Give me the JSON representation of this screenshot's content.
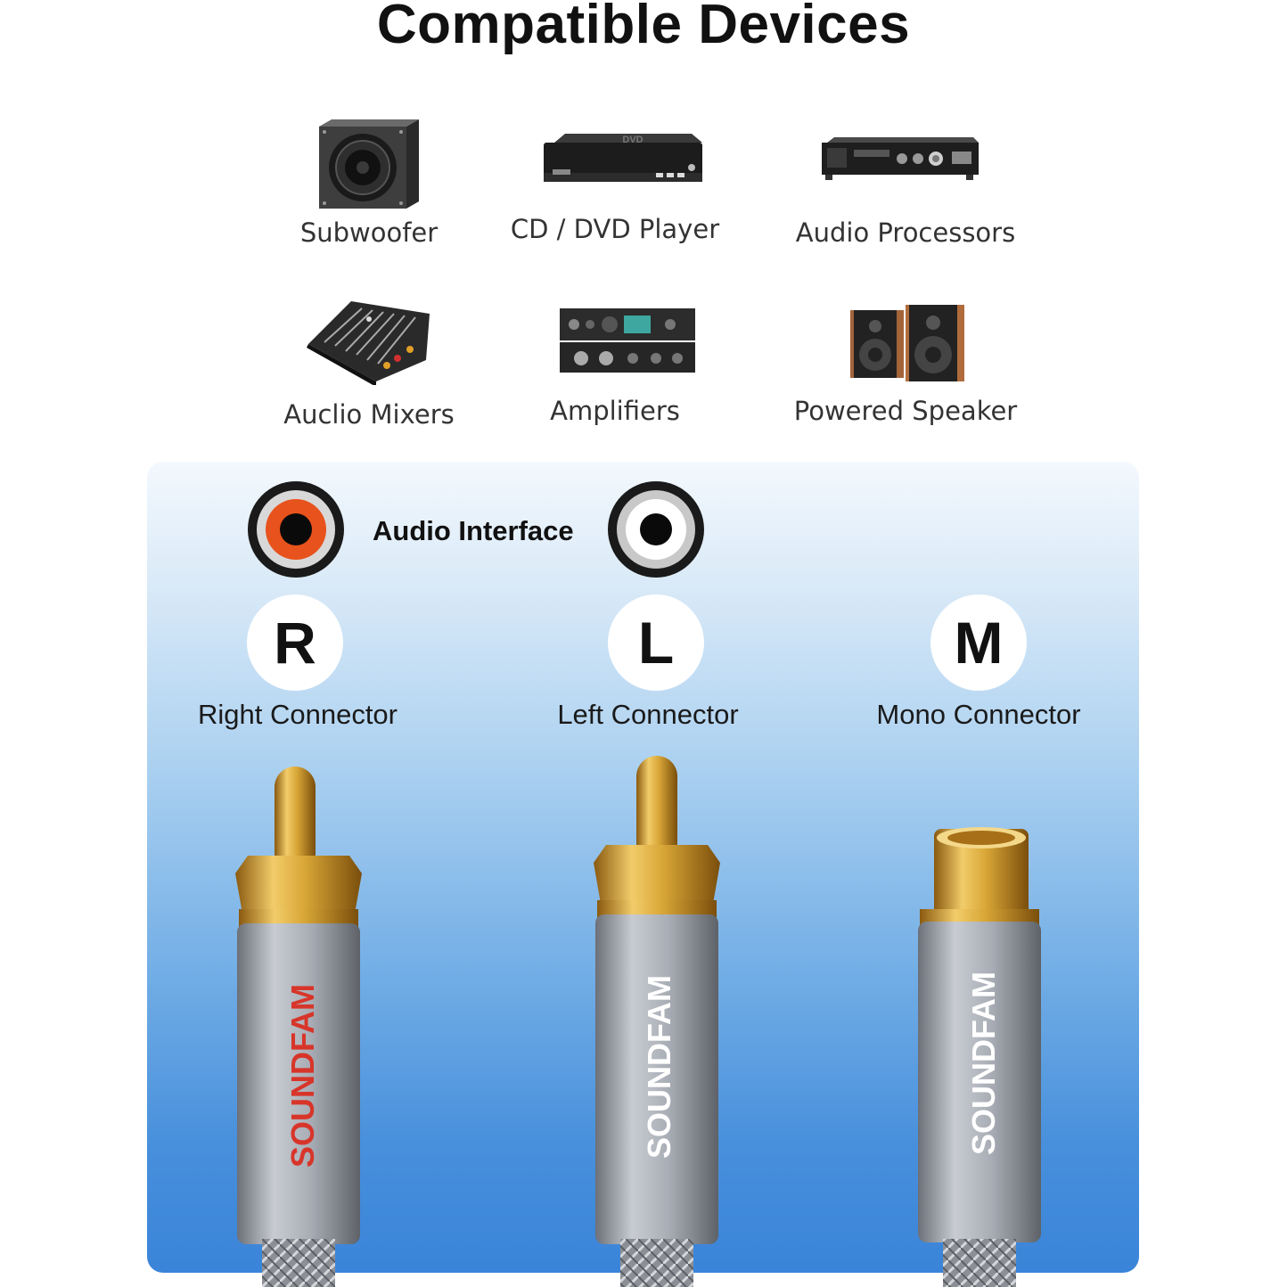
{
  "title": "Compatible Devices",
  "devices": [
    {
      "label": "Subwoofer",
      "icon": "subwoofer-icon"
    },
    {
      "label": "CD / DVD Player",
      "icon": "dvd-player-icon",
      "screen_text": "DVD"
    },
    {
      "label": "Audio Processors",
      "icon": "audio-processor-icon"
    },
    {
      "label": "Auclio Mixers",
      "icon": "audio-mixer-icon"
    },
    {
      "label": "Amplifiers",
      "icon": "amplifier-icon"
    },
    {
      "label": "Powered Speaker",
      "icon": "speakers-icon"
    }
  ],
  "interface": {
    "label": "Audio Interface",
    "right_jack_color": "#e8521c",
    "left_jack_color": "#ffffff"
  },
  "connectors": [
    {
      "letter": "R",
      "label": "Right Connector",
      "brand": "SOUNDFAM",
      "brand_color": "#d8352a"
    },
    {
      "letter": "L",
      "label": "Left Connector",
      "brand": "SOUNDFAM",
      "brand_color": "#ffffff"
    },
    {
      "letter": "M",
      "label": "Mono Connector",
      "brand": "SOUNDFAM",
      "brand_color": "#ffffff"
    }
  ],
  "colors": {
    "panel_top": "#f3f8fd",
    "panel_bottom": "#3a84d9",
    "gold": "#d8a636",
    "metal": "#a8acb4"
  }
}
